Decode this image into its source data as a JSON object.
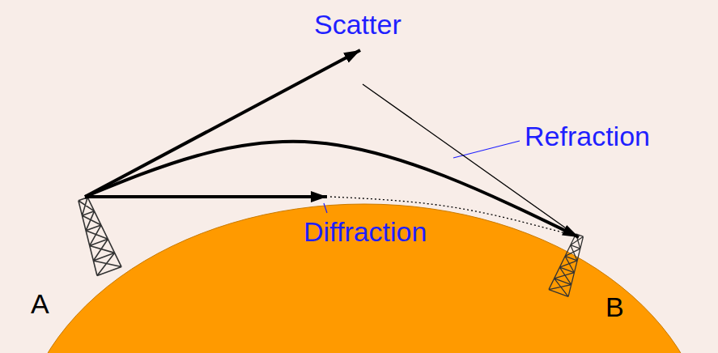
{
  "diagram": {
    "nodes": [
      {
        "text": [
          "A"
        ]
      },
      {
        "text": [
          "B"
        ]
      }
    ],
    "edges": [
      {
        "from": 0,
        "to": 1,
        "arrow": "to",
        "label": "Scatter"
      },
      {
        "from": 0,
        "to": 1,
        "arrow": "to",
        "label": "Refraction"
      },
      {
        "from": 0,
        "to": 1,
        "arrow": "to",
        "label": "Diffraction"
      }
    ]
  }
}
